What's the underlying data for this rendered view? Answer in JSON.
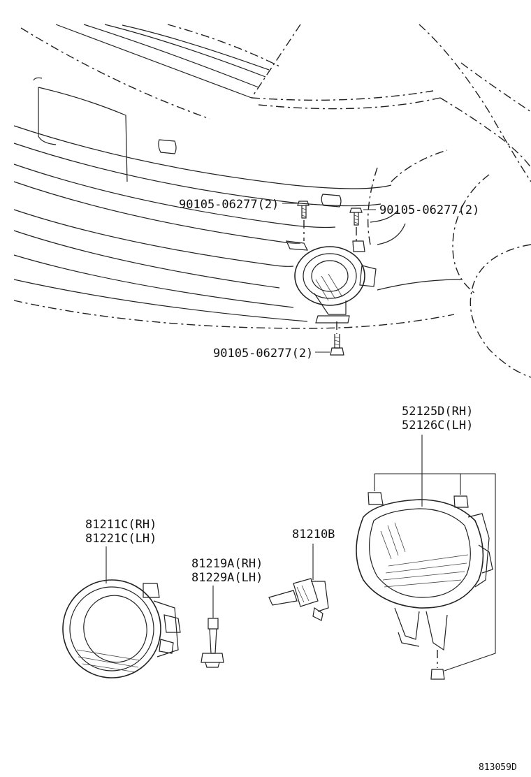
{
  "diagram": {
    "labels": {
      "screw_upper_left": "90105-06277(2)",
      "screw_upper_right": "90105-06277(2)",
      "screw_bottom": "90105-06277(2)",
      "bracket_rh": "52125D(RH)",
      "bracket_lh": "52126C(LH)",
      "lamp_rh": "81211C(RH)",
      "lamp_lh": "81221C(LH)",
      "bulb": "81210B",
      "socket_rh": "81219A(RH)",
      "socket_lh": "81229A(LH)"
    },
    "diagram_code": "813059D"
  }
}
